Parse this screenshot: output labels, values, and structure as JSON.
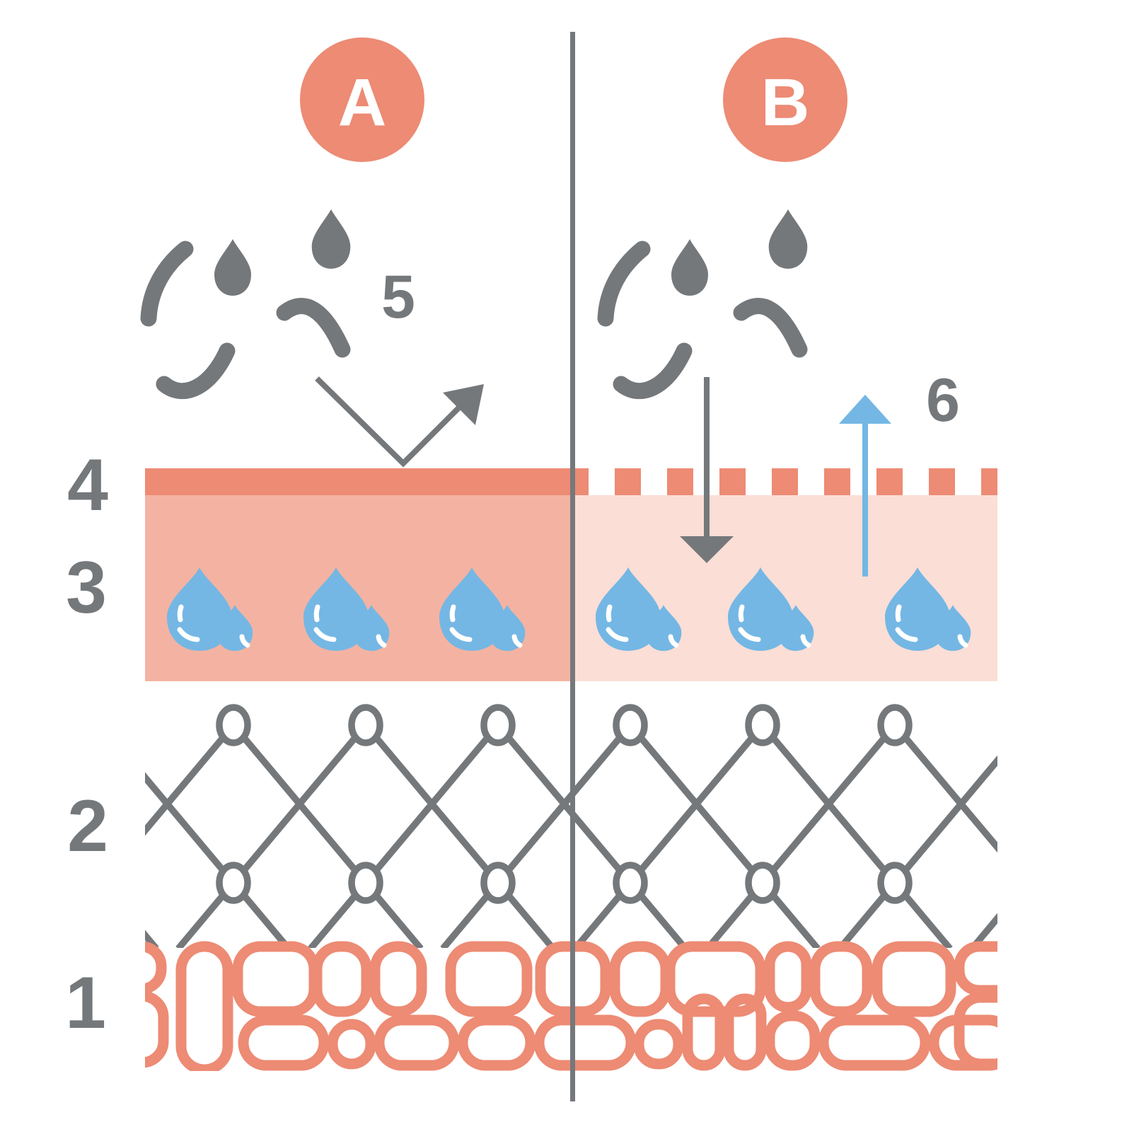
{
  "colors": {
    "salmon": "#ED8B74",
    "pink_left": "#F4B3A2",
    "pink_right": "#FBDED6",
    "gray": "#75787B",
    "blue": "#74B7E4",
    "white": "#FFFFFF"
  },
  "badges": {
    "side_a": "A",
    "side_b": "B"
  },
  "layer_numbers": {
    "surface": "4",
    "reservoir": "3",
    "mesh": "2",
    "base": "1"
  },
  "callouts": {
    "rain": "5",
    "vapor": "6"
  }
}
